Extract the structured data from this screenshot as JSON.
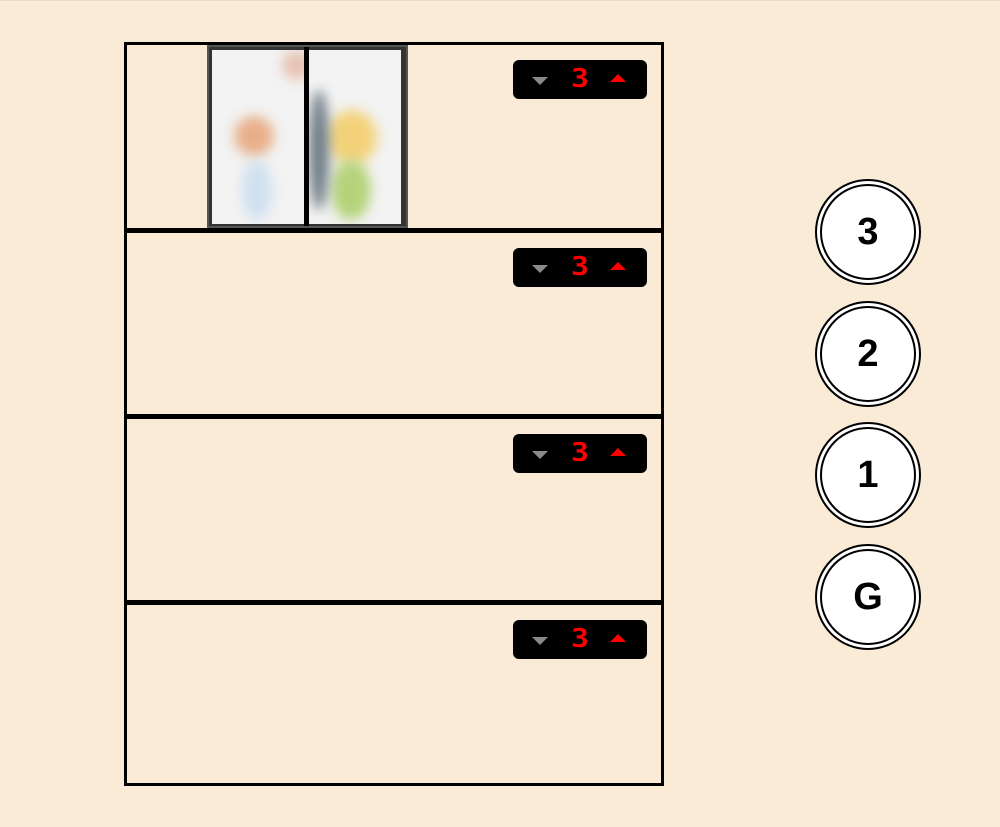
{
  "colors": {
    "background": "#faebd7",
    "shaft_border": "#000000",
    "indicator_bg": "#000000",
    "indicator_digit": "#ff0000",
    "arrow_up_active": "#ff0000",
    "arrow_down_inactive": "#8a8a8a"
  },
  "shaft": {
    "floors": [
      {
        "indicator": {
          "floor_display": "3",
          "down_icon": "triangle-down-icon",
          "up_icon": "triangle-up-icon"
        }
      },
      {
        "indicator": {
          "floor_display": "3",
          "down_icon": "triangle-down-icon",
          "up_icon": "triangle-up-icon"
        }
      },
      {
        "indicator": {
          "floor_display": "3",
          "down_icon": "triangle-down-icon",
          "up_icon": "triangle-up-icon"
        }
      },
      {
        "indicator": {
          "floor_display": "3",
          "down_icon": "triangle-down-icon",
          "up_icon": "triangle-up-icon"
        }
      }
    ],
    "car": {
      "current_floor": "3",
      "doors": "closed"
    }
  },
  "call_panel": {
    "buttons": [
      {
        "label": "3"
      },
      {
        "label": "2"
      },
      {
        "label": "1"
      },
      {
        "label": "G"
      }
    ]
  }
}
